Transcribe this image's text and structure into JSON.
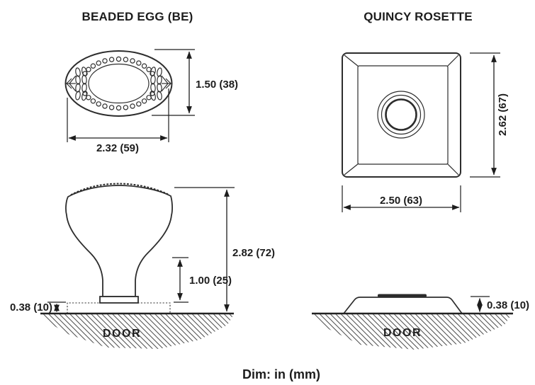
{
  "page": {
    "footer_note": "Dim: in (mm)"
  },
  "beaded_egg": {
    "title": "BEADED EGG (BE)",
    "top_view": {
      "height_label": "1.50 (38)",
      "width_label": "2.32 (59)"
    },
    "side_view": {
      "overall_height_label": "2.82 (72)",
      "stem_height_label": "1.00 (25)",
      "rosette_thickness_label": "0.38 (10)",
      "door_label": "DOOR"
    }
  },
  "quincy_rosette": {
    "title": "QUINCY ROSETTE",
    "front_view": {
      "height_label": "2.62 (67)",
      "width_label": "2.50 (63)"
    },
    "side_view": {
      "thickness_label": "0.38 (10)",
      "door_label": "DOOR"
    }
  },
  "colors": {
    "ink": "#1d1d1d",
    "line": "#2d2d2d",
    "hatch": "#555555",
    "background": "#ffffff"
  }
}
